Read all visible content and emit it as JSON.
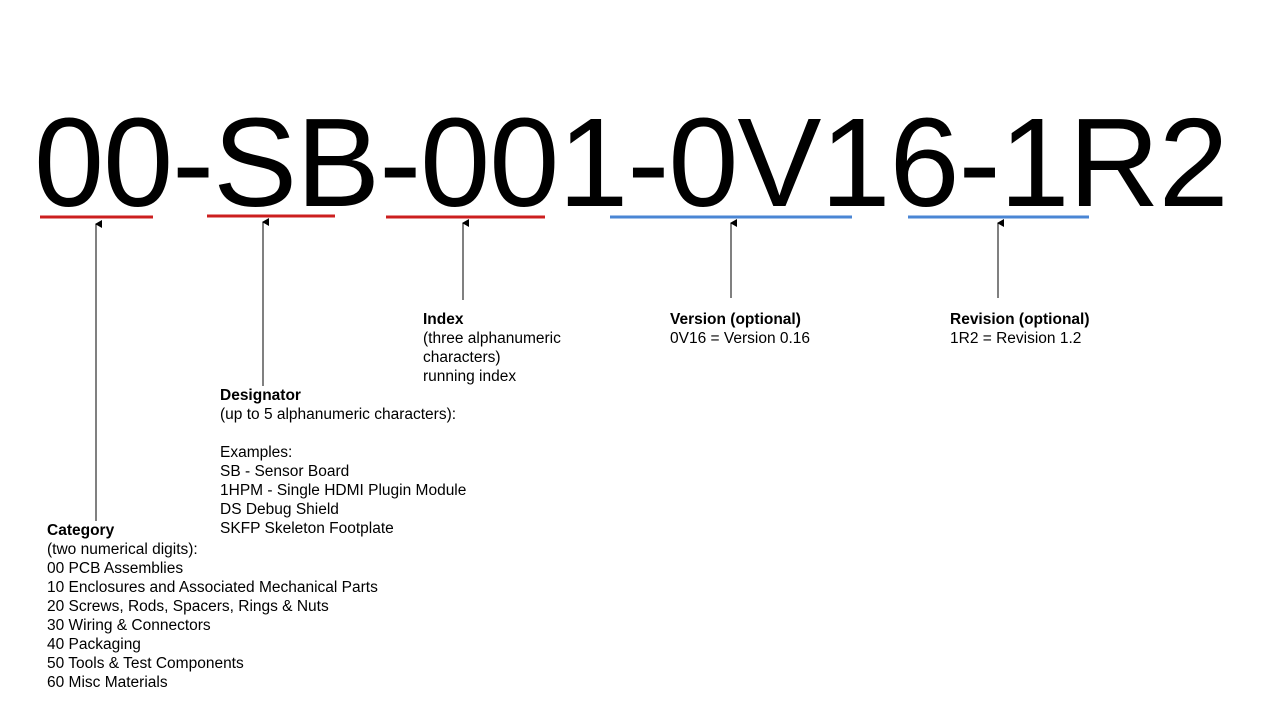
{
  "part_number": {
    "text": "00-SB-001-0V16-1R2"
  },
  "colors": {
    "required_underline": "#cc1f1f",
    "optional_underline": "#4a86d4",
    "arrow": "#000000"
  },
  "segments": [
    {
      "key": "category",
      "required": true,
      "title": "Category",
      "lines": [
        "(two numerical digits):",
        "00 PCB Assemblies",
        "10 Enclosures and Associated Mechanical Parts",
        "20 Screws, Rods, Spacers, Rings & Nuts",
        "30 Wiring & Connectors",
        "40 Packaging",
        "50 Tools & Test Components",
        "60 Misc Materials"
      ]
    },
    {
      "key": "designator",
      "required": true,
      "title": "Designator",
      "lines": [
        "(up to 5 alphanumeric characters):",
        "",
        "Examples:",
        "SB - Sensor Board",
        "1HPM - Single HDMI Plugin Module",
        "DS Debug Shield",
        "SKFP Skeleton Footplate"
      ]
    },
    {
      "key": "index",
      "required": true,
      "title": "Index",
      "lines": [
        "(three alphanumeric",
        "characters)",
        "running index"
      ]
    },
    {
      "key": "version",
      "required": false,
      "title": "Version (optional)",
      "lines": [
        "0V16 = Version 0.16"
      ]
    },
    {
      "key": "revision",
      "required": false,
      "title": "Revision (optional)",
      "lines": [
        "1R2 = Revision 1.2"
      ]
    }
  ]
}
